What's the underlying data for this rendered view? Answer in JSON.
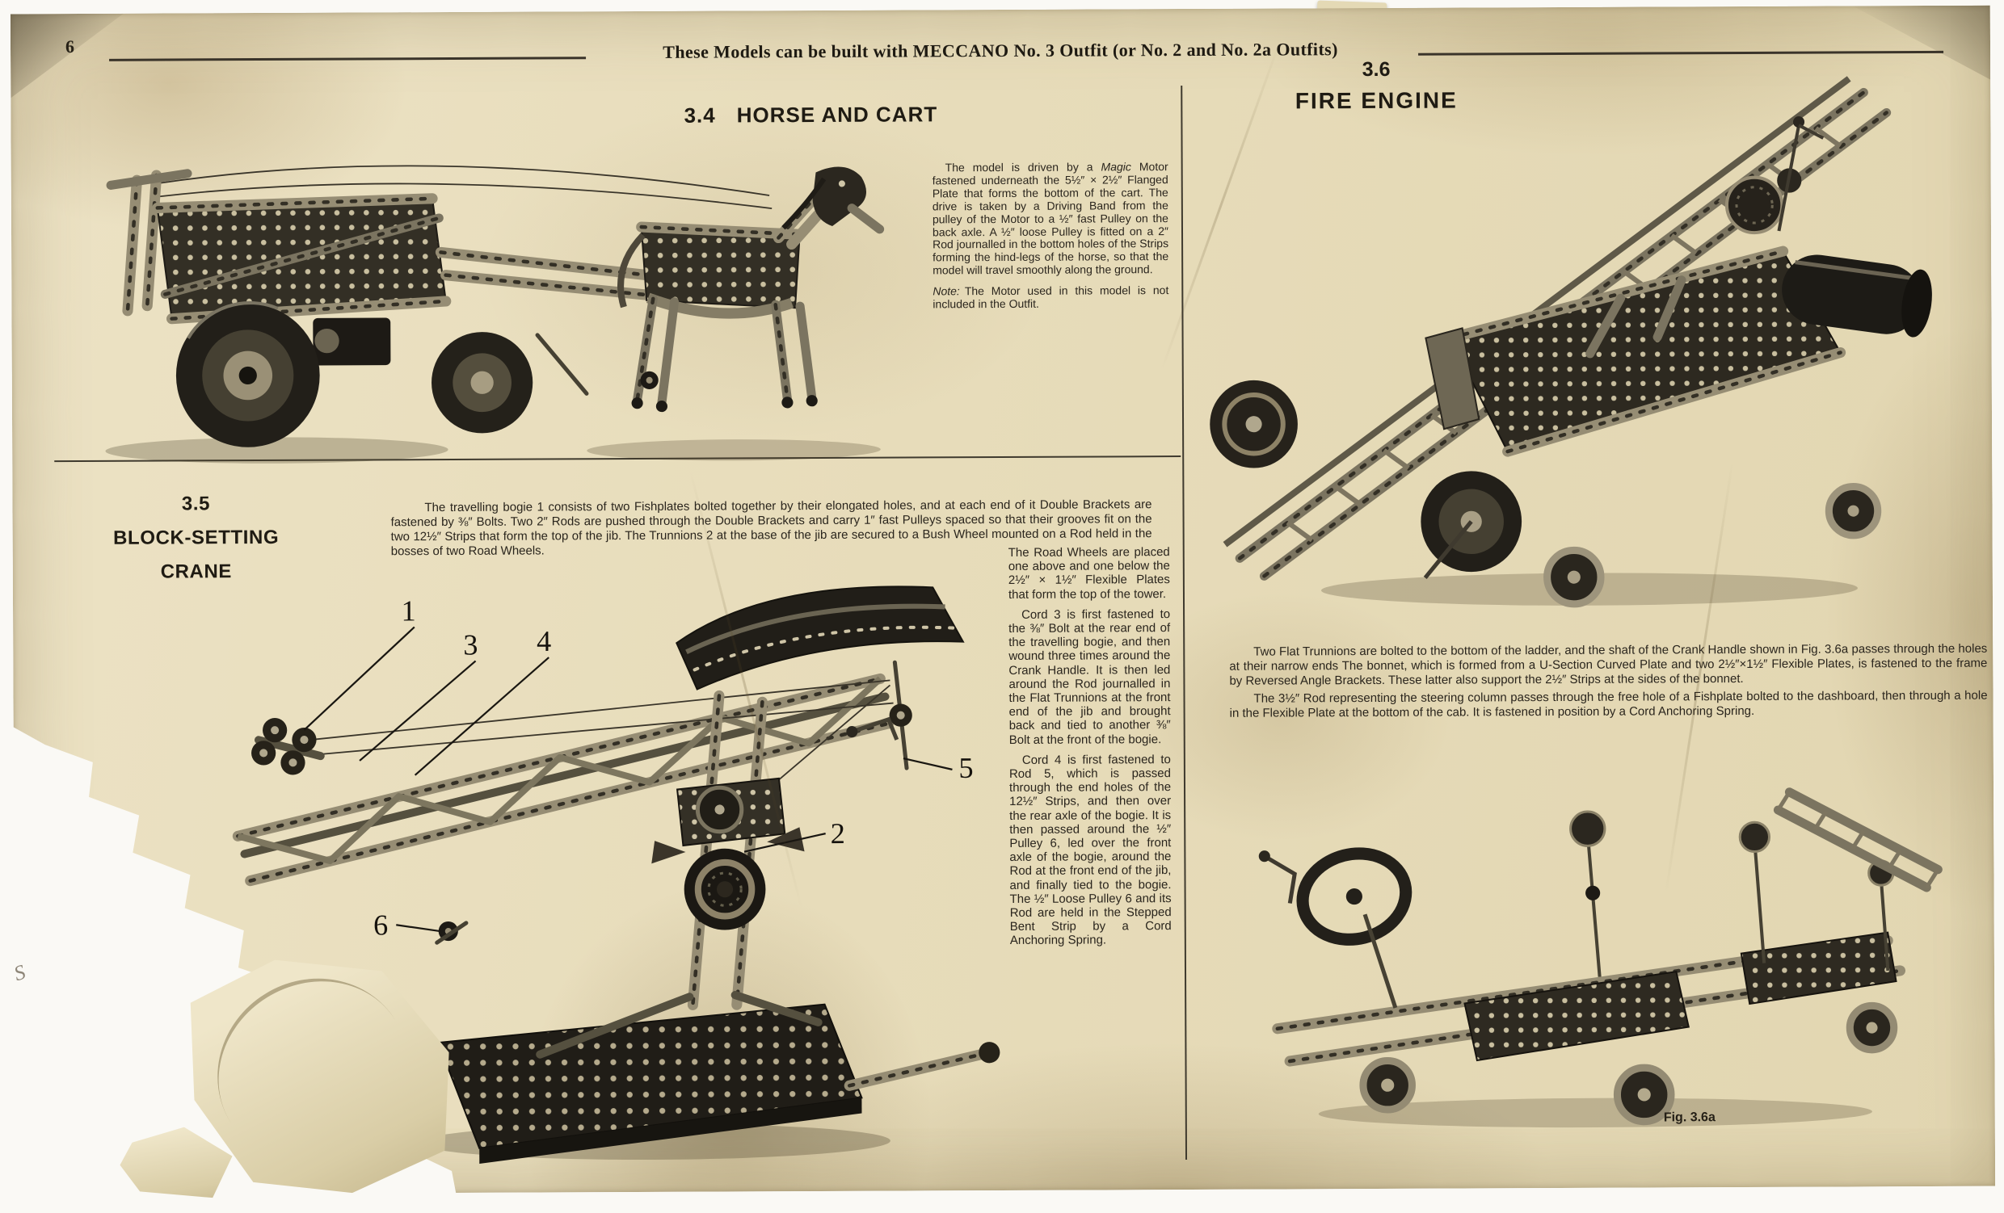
{
  "colors": {
    "paper": "#e9dfc0",
    "ink": "#24201a",
    "photo_dark": "#2b2720",
    "photo_light": "#968d74"
  },
  "page": {
    "number": "6",
    "header": "These Models can be built with MECCANO No. 3 Outfit (or No. 2 and No. 2a Outfits)",
    "stray_mark": "S"
  },
  "horse_and_cart": {
    "section_number": "3.4",
    "title": "HORSE AND CART",
    "body_pre": "The model is driven by a ",
    "body_italic": "Magic",
    "body_post": " Motor fastened underneath the 5½″ × 2½″ Flanged Plate that forms the bottom of the cart.  The drive is taken by a Driving Band from the pulley of the Motor to a ½″ fast Pulley on the back axle.  A ½″ loose Pulley is fitted on a 2″ Rod journalled in the bottom holes of the Strips forming the hind-legs of the horse, so that the model will travel smoothly along the ground.",
    "note_label": "Note:",
    "note_text": "The Motor used in this model is not included in the Outfit."
  },
  "crane": {
    "section_number": "3.5",
    "title_line1": "BLOCK-SETTING",
    "title_line2": "CRANE",
    "intro": "The travelling bogie 1 consists of two Fishplates bolted together by their elongated holes, and at each end of it Double Brackets are fastened by ⅜″ Bolts.   Two 2″ Rods are pushed through the Double Brackets and carry 1″ fast Pulleys spaced so that their grooves fit on the two 12½″ Strips that form the top of the jib.  The Trunnions 2 at the base of the jib are secured to a Bush Wheel mounted on a Rod held in the bosses of two Road Wheels.",
    "col_para1": "The Road Wheels are placed one above and one below the 2½″ × 1½″ Flexible Plates that form the top of the tower.",
    "col_para2": "Cord 3 is first fastened to the ⅜″ Bolt at the rear end of the travelling bogie, and then wound three times around the Crank Handle. It is then led around the Rod journalled in the Flat Trunnions at the front end of the jib and brought back and tied to another ⅜″ Bolt at the front of the bogie.",
    "col_para3": "Cord 4 is first fastened to Rod 5, which is passed through the end holes of the 12½″ Strips, and then over the rear axle of the bogie. It is then passed around the ½″ Pulley 6, led over the front axle of the bogie, around the Rod at the front end of the jib, and finally tied to the bogie.  The ½″ Loose Pulley 6 and its Rod are held in the Stepped Bent Strip by a Cord Anchoring Spring.",
    "labels": [
      "1",
      "2",
      "3",
      "4",
      "5",
      "6"
    ]
  },
  "fire_engine": {
    "section_number": "3.6",
    "title": "FIRE ENGINE",
    "para1": "Two Flat Trunnions are bolted to the bottom of the ladder, and the shaft of the Crank Handle shown in Fig. 3.6a passes through the holes at their narrow ends   The bonnet, which is formed from a U-Section Curved Plate and two 2½″×1½″ Flexible Plates, is fastened to the frame by Reversed Angle Brackets.  These latter also support the 2½″ Strips at the sides of the bonnet.",
    "para2": "The 3½″ Rod representing the steering column passes through the free hole of a Fishplate bolted to the dashboard, then through a hole in the Flexible Plate at the bottom of the cab.  It is fastened in position by a Cord Anchoring Spring.",
    "fig_caption": "Fig. 3.6a"
  }
}
